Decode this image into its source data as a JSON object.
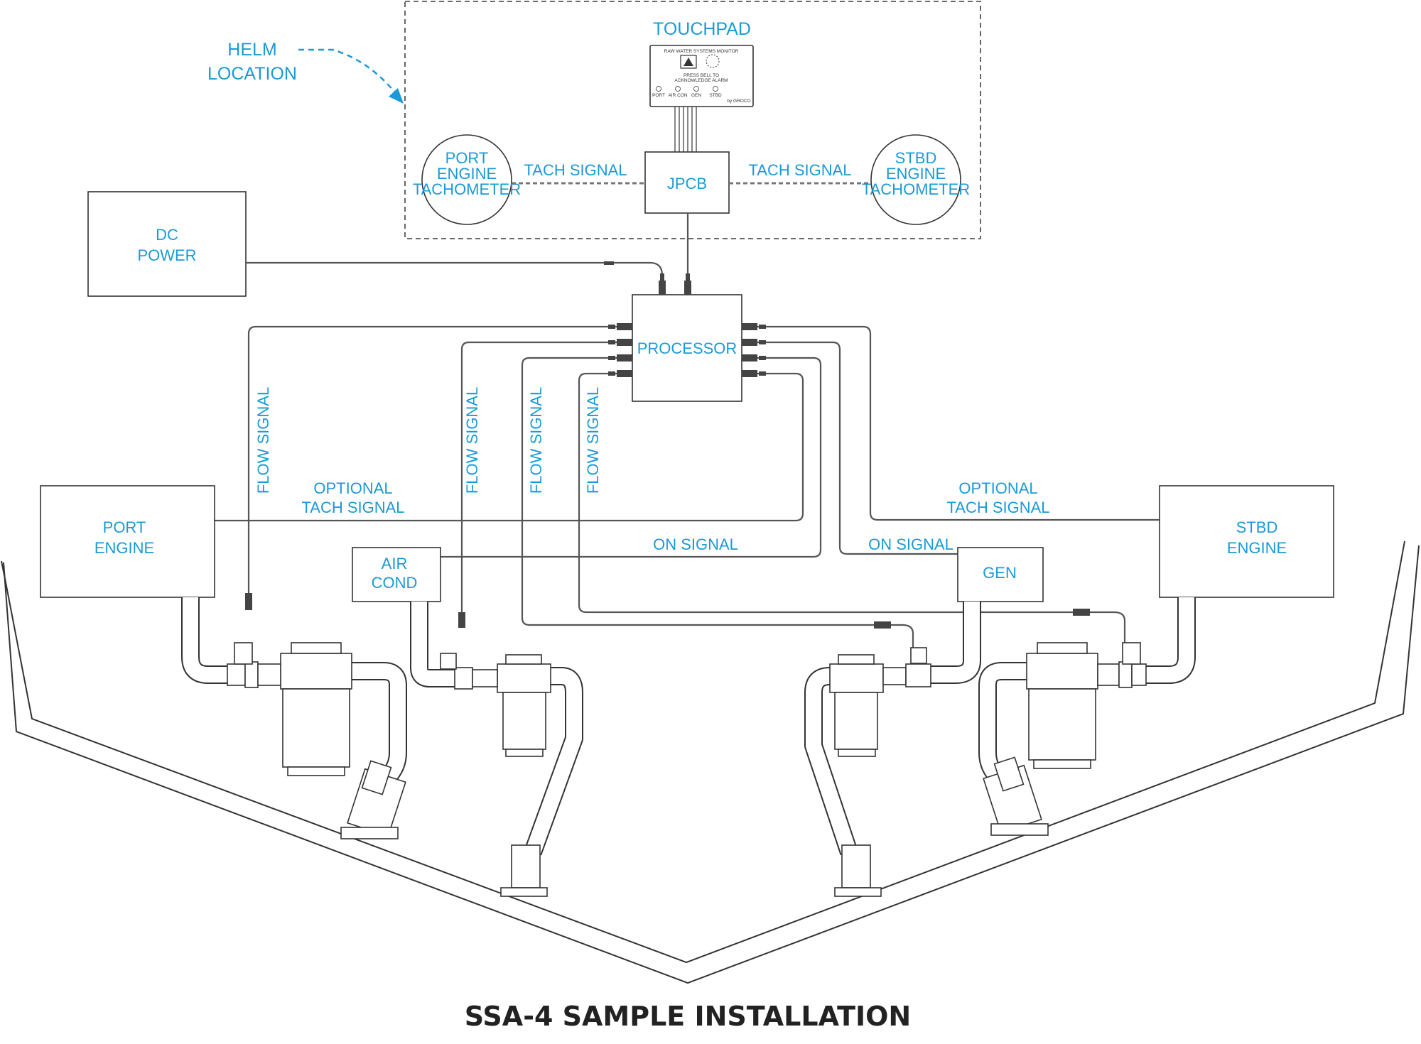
{
  "labels": {
    "helm_location": [
      "HELM",
      "LOCATION"
    ],
    "touchpad": "TOUCHPAD",
    "jpcb": "JPCB",
    "tach_signal_left": "TACH SIGNAL",
    "tach_signal_right": "TACH SIGNAL",
    "port_tachometer": [
      "PORT",
      "ENGINE",
      "TACHOMETER"
    ],
    "stbd_tachometer": [
      "STBD",
      "ENGINE",
      "TACHOMETER"
    ],
    "dc_power": [
      "DC",
      "POWER"
    ],
    "processor": "PROCESSOR",
    "flow_signal_1": "FLOW SIGNAL",
    "flow_signal_2": "FLOW SIGNAL",
    "flow_signal_3": "FLOW SIGNAL",
    "flow_signal_4": "FLOW SIGNAL",
    "optional_tach_left": [
      "OPTIONAL",
      "TACH SIGNAL"
    ],
    "optional_tach_right": [
      "OPTIONAL",
      "TACH SIGNAL"
    ],
    "port_engine": [
      "PORT",
      "ENGINE"
    ],
    "stbd_engine": [
      "STBD",
      "ENGINE"
    ],
    "air_cond": [
      "AIR",
      "COND"
    ],
    "gen": "GEN",
    "on_signal_left": "ON SIGNAL",
    "on_signal_right": "ON SIGNAL"
  },
  "touchpad_panel": {
    "header": "RAW WATER SYSTEMS MONITOR",
    "instruction": [
      "PRESS BELL TO",
      "ACKNOWLEDGE ALARM"
    ],
    "indicators": [
      "PORT",
      "AIR CON",
      "GEN",
      "STBD"
    ],
    "brand": "by GROCO"
  },
  "title": "SSA-4 SAMPLE INSTALLATION"
}
